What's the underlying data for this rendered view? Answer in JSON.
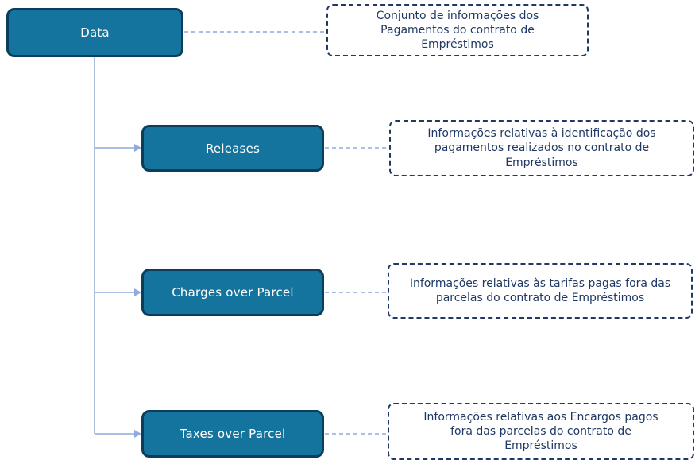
{
  "diagram": {
    "root": {
      "label": "Data",
      "note": "Conjunto de informações dos Pagamentos do contrato de Empréstimos"
    },
    "children": [
      {
        "label": "Releases",
        "note": "Informações relativas à identificação dos pagamentos realizados no contrato de Empréstimos"
      },
      {
        "label": "Charges over Parcel",
        "note": "Informações relativas às tarifas pagas fora das parcelas do contrato de Empréstimos"
      },
      {
        "label": "Taxes over Parcel",
        "note": "Informações relativas aos Encargos pagos fora das parcelas do contrato de Empréstimos"
      }
    ],
    "colors": {
      "background": "#FFFFFF",
      "node_fill": "#15749E",
      "node_border": "#0B3E5C",
      "node_text": "#FFFFFF",
      "note_border": "#1F3864",
      "note_text": "#1F3864",
      "connector": "#8FAADC"
    }
  }
}
